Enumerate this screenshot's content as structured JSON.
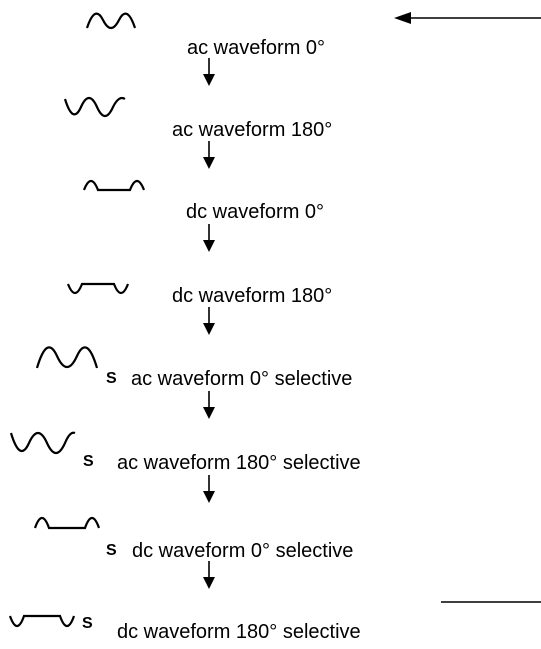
{
  "modes": [
    {
      "label": "ac waveform 0°",
      "waveform": "ac",
      "phase": "0°",
      "selective": false
    },
    {
      "label": "ac waveform 180°",
      "waveform": "ac",
      "phase": "180°",
      "selective": false
    },
    {
      "label": "dc waveform 0°",
      "waveform": "dc",
      "phase": "0°",
      "selective": false
    },
    {
      "label": "dc waveform 180°",
      "waveform": "dc",
      "phase": "180°",
      "selective": false
    },
    {
      "label": "ac waveform 0° selective",
      "waveform": "ac",
      "phase": "0°",
      "selective": true,
      "marker": "S"
    },
    {
      "label": "ac waveform 180° selective",
      "waveform": "ac",
      "phase": "180°",
      "selective": true,
      "marker": "S"
    },
    {
      "label": "dc waveform 0° selective",
      "waveform": "dc",
      "phase": "0°",
      "selective": true,
      "marker": "S"
    },
    {
      "label": "dc waveform 180° selective",
      "waveform": "dc",
      "phase": "180°",
      "selective": true,
      "marker": "S"
    }
  ],
  "colors": {
    "line": "#000000",
    "background": "#ffffff"
  }
}
